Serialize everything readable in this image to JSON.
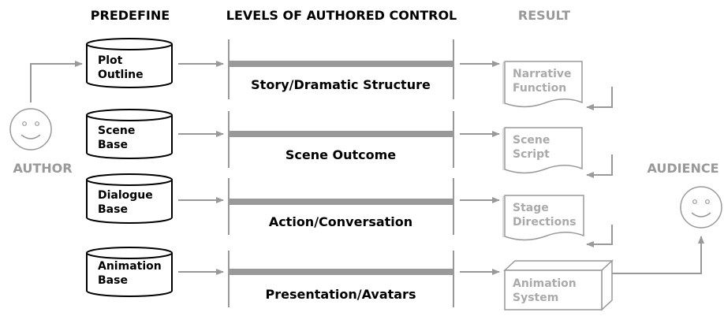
{
  "headers": {
    "predefine": "PREDEFINE",
    "levels": "LEVELS OF AUTHORED CONTROL",
    "result": "RESULT"
  },
  "author": {
    "label": "AUTHOR",
    "icon": "smiley-face-icon"
  },
  "audience": {
    "label": "AUDIENCE",
    "icon": "smiley-face-icon"
  },
  "rows": [
    {
      "database": [
        "Plot",
        "Outline"
      ],
      "level": "Story/Dramatic Structure",
      "result": [
        "Narrative",
        "Function"
      ],
      "result_shape": "document"
    },
    {
      "database": [
        "Scene",
        "Base"
      ],
      "level": "Scene Outcome",
      "result": [
        "Scene",
        "Script"
      ],
      "result_shape": "document"
    },
    {
      "database": [
        "Dialogue",
        "Base"
      ],
      "level": "Action/Conversation",
      "result": [
        "Stage",
        "Directions"
      ],
      "result_shape": "document"
    },
    {
      "database": [
        "Animation",
        "Base"
      ],
      "level": "Presentation/Avatars",
      "result": [
        "Animation",
        "System"
      ],
      "result_shape": "box"
    }
  ],
  "colors": {
    "header_dark": "#000000",
    "header_gray": "#999999",
    "arrow_gray": "#999999",
    "level_bar": "#999999",
    "result_text": "#aaaaaa",
    "author_text": "#999999",
    "cylinder_stroke": "#000000"
  }
}
